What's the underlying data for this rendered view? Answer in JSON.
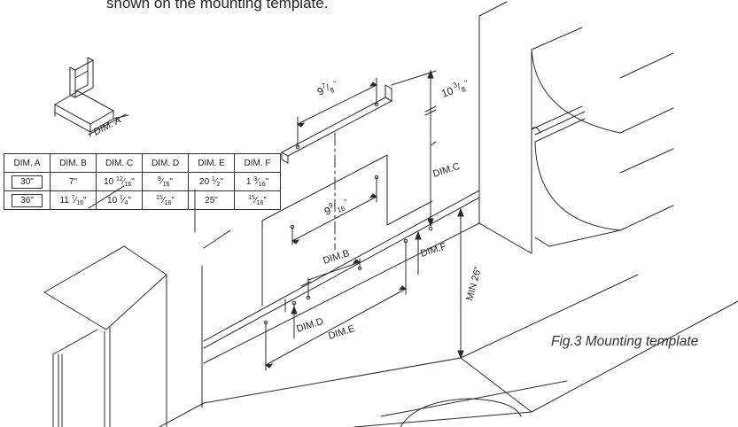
{
  "intro_text": "shown on the mounting template.",
  "caption": "Fig.3 Mounting template",
  "labels": {
    "dim_a": "DIM. A",
    "dim_b": "DIM.B",
    "dim_c": "DIM.C",
    "dim_d": "DIM.D",
    "dim_e": "DIM.E",
    "dim_f": "DIM.F",
    "min26": "MIN 26\"",
    "top_width": {
      "whole": "9",
      "num": "7",
      "den": "8",
      "unit": "\""
    },
    "top_height": {
      "whole": "10",
      "num": "3",
      "den": "8",
      "unit": "\""
    },
    "mid_width": {
      "whole": "9",
      "num": "9",
      "den": "16",
      "unit": "\""
    }
  },
  "table": {
    "headers": [
      "DIM. A",
      "DIM. B",
      "DIM. C",
      "DIM. D",
      "DIM. E",
      "DIM. F"
    ],
    "rows": [
      {
        "a": "30\"",
        "b": {
          "whole": "7\""
        },
        "c": {
          "whole": "10",
          "num": "12",
          "den": "16",
          "unit": "\""
        },
        "d": {
          "whole": "",
          "num": "9",
          "den": "16",
          "unit": "\""
        },
        "e": {
          "whole": "20",
          "num": "1",
          "den": "2",
          "unit": "\""
        },
        "f": {
          "whole": "1",
          "num": "3",
          "den": "16",
          "unit": "\""
        }
      },
      {
        "a": "36\"",
        "b": {
          "whole": "11",
          "num": "7",
          "den": "16",
          "unit": "\""
        },
        "c": {
          "whole": "10",
          "num": "1",
          "den": "4",
          "unit": "\""
        },
        "d": {
          "whole": "",
          "num": "15",
          "den": "16",
          "unit": "\""
        },
        "e": {
          "whole": "25\""
        },
        "f": {
          "whole": "",
          "num": "15",
          "den": "16",
          "unit": "\""
        }
      }
    ]
  }
}
